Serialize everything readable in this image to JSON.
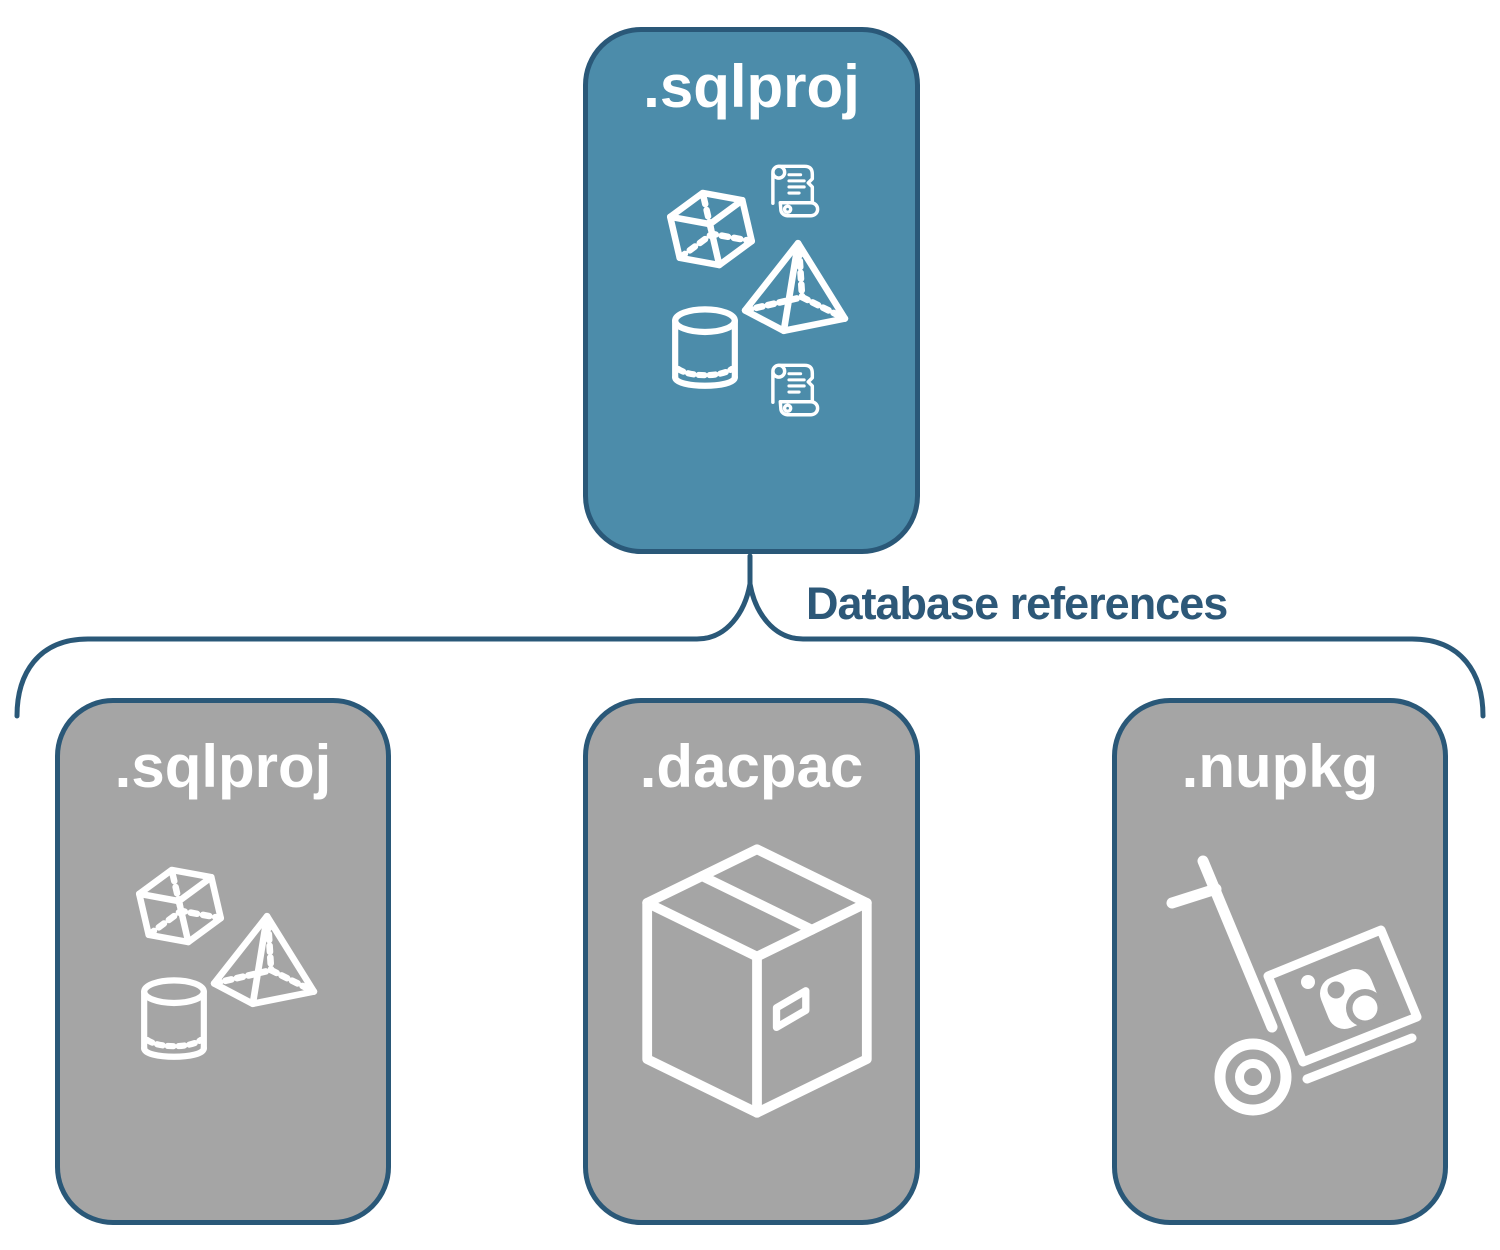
{
  "diagram": {
    "type": "hierarchy",
    "colors": {
      "background": "#FFFFFF",
      "accent_teal": "#4C8CAA",
      "box_gray": "#A5A5A5",
      "outline_blue": "#2A5878",
      "label_blue": "#2D5878",
      "icon_white": "#FFFFFF"
    },
    "root_box": {
      "label": ".sqlproj",
      "icons": [
        "cube-icon",
        "script-scroll-icon",
        "pyramid-icon",
        "database-cylinder-icon",
        "script-scroll-icon"
      ]
    },
    "connector": {
      "label": "Database references",
      "shape": "curly-brace"
    },
    "child_boxes": [
      {
        "label": ".sqlproj",
        "icons": [
          "cube-icon",
          "pyramid-icon",
          "database-cylinder-icon"
        ]
      },
      {
        "label": ".dacpac",
        "icons": [
          "package-box-icon"
        ]
      },
      {
        "label": ".nupkg",
        "icons": [
          "nuget-hand-truck-icon"
        ]
      }
    ]
  }
}
